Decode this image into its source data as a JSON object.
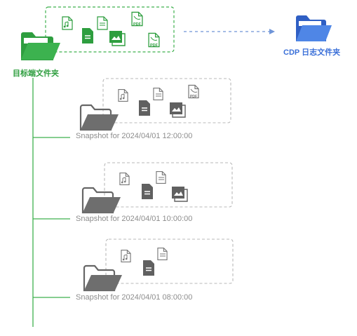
{
  "colors": {
    "green": "#2e9e3f",
    "green_light": "#5cc06c",
    "blue": "#3a6fd8",
    "gray": "#6f6f6f",
    "gray_dark": "#555555",
    "dash_gray": "#b9b9b9",
    "line_green": "#3eb04d"
  },
  "target": {
    "label": "目标端文件夹",
    "icon": "folder-open-icon",
    "files": [
      "audio-file-icon",
      "document-file-icon",
      "text-file-icon",
      "image-file-icon",
      "pdf-file-icon",
      "pdf-file-icon"
    ]
  },
  "cdp": {
    "label": "CDP 日志文件夹",
    "icon": "folder-open-icon"
  },
  "snapshots": [
    {
      "label": "Snapshot for 2024/04/01 12:00:00",
      "files": [
        "audio-file-icon",
        "document-file-icon",
        "text-file-icon",
        "image-file-icon",
        "pdf-file-icon"
      ]
    },
    {
      "label": "Snapshot for 2024/04/01 10:00:00",
      "files": [
        "audio-file-icon",
        "document-file-icon",
        "text-file-icon",
        "image-file-icon"
      ]
    },
    {
      "label": "Snapshot for 2024/04/01 08:00:00",
      "files": [
        "audio-file-icon",
        "document-file-icon",
        "text-file-icon"
      ]
    }
  ]
}
